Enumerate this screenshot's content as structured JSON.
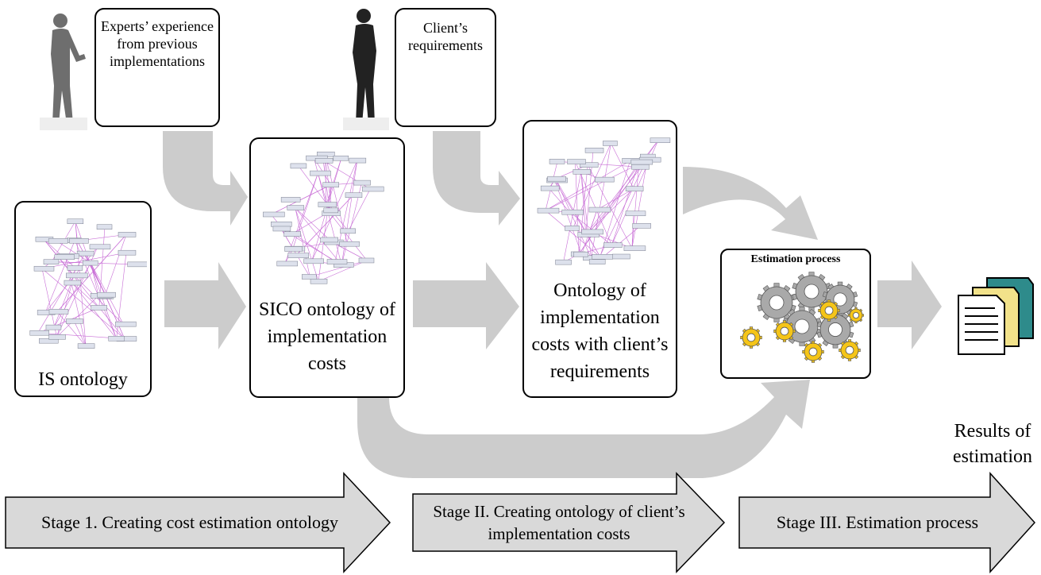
{
  "inputs": {
    "experts": "Experts’ experience from previous implementations",
    "client": "Client’s requirements"
  },
  "ontologies": {
    "is": "IS ontology",
    "sico": "SICO ontology of implementation costs",
    "client": "Ontology of implementation costs with client’s requirements"
  },
  "process": {
    "title": "Estimation process"
  },
  "results": "Results of estimation",
  "stages": [
    {
      "label": "Stage 1. Creating cost estimation ontology"
    },
    {
      "label": "Stage II. Creating ontology of client’s implementation costs"
    },
    {
      "label": "Stage III. Estimation process"
    }
  ],
  "colors": {
    "flow_arrow": "#cccccc",
    "stage_fill": "#d9d9d9",
    "graph_edge": "#c86dd6",
    "graph_node": "#dde1ec",
    "gear_gray": "#a9a9a9",
    "gear_yellow": "#f5c518",
    "doc_teal": "#2e8b8b",
    "doc_yellow": "#f2e28a"
  },
  "icons": [
    "person-icon",
    "gears-icon",
    "documents-icon"
  ]
}
